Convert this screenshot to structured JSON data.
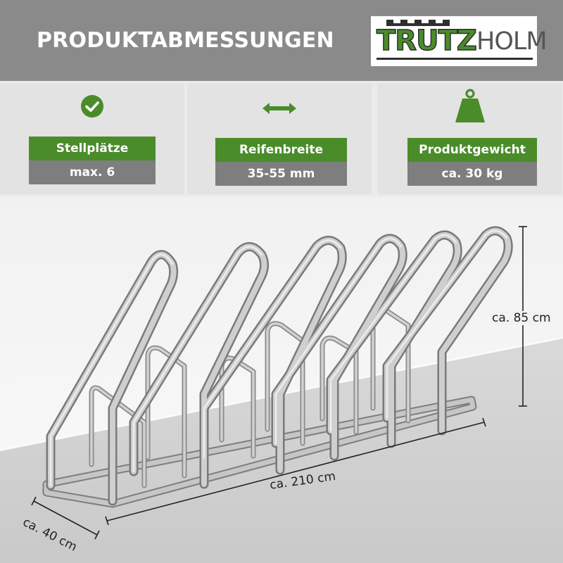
{
  "header": {
    "title": "PRODUKTABMESSUNGEN",
    "background": "#8a8a8a",
    "logo": {
      "part1": "TRUTZ",
      "part2": "HOLM"
    }
  },
  "colors": {
    "accent_green": "#4a8c2a",
    "badge_gray": "#7e7e7e",
    "panel_bg": "#e3e3e3"
  },
  "specs": [
    {
      "icon": "checkmark-circle-icon",
      "label": "Stellplätze",
      "value": "max. 6"
    },
    {
      "icon": "double-arrow-icon",
      "label": "Reifenbreite",
      "value": "35-55 mm"
    },
    {
      "icon": "weight-icon",
      "label": "Produktgewicht",
      "value": "ca. 30 kg"
    }
  ],
  "dimensions": {
    "height": "ca. 85 cm",
    "width": "ca. 210 cm",
    "depth": "ca. 40 cm"
  },
  "product_image": "galvanized-bicycle-stand"
}
